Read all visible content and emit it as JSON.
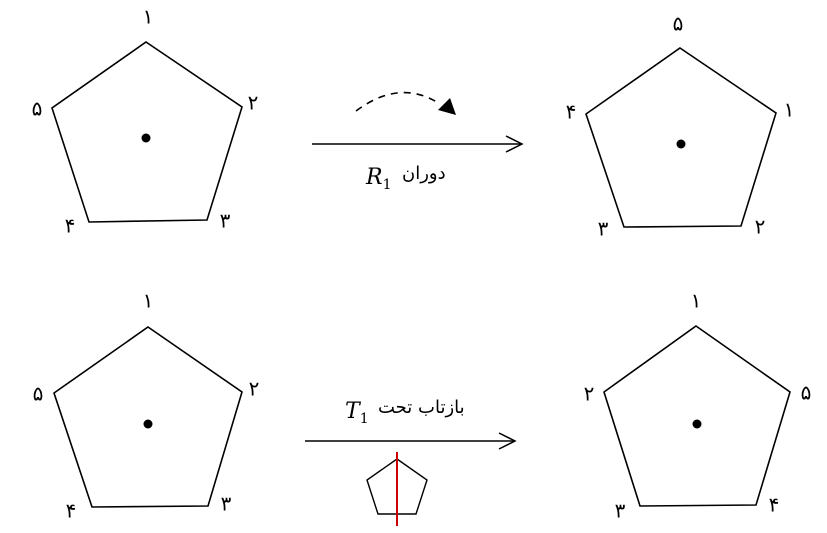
{
  "rotation": {
    "caption_text": "دوران",
    "symbol": "R",
    "subscript": "1",
    "before_labels": {
      "top": "۱",
      "right": "۲",
      "bottom_right": "۳",
      "bottom_left": "۴",
      "left": "۵"
    },
    "after_labels": {
      "top": "۵",
      "right": "۱",
      "bottom_right": "۲",
      "bottom_left": "۳",
      "left": "۴"
    }
  },
  "reflection": {
    "caption_text": "بازتاب تحت",
    "symbol": "T",
    "subscript": "1",
    "before_labels": {
      "top": "۱",
      "right": "۲",
      "bottom_right": "۳",
      "bottom_left": "۴",
      "left": "۵"
    },
    "after_labels": {
      "top": "۱",
      "right": "۵",
      "bottom_right": "۴",
      "bottom_left": "۳",
      "left": "۲"
    }
  },
  "colors": {
    "stroke": "#000000",
    "mirror_line": "#cc0000"
  }
}
